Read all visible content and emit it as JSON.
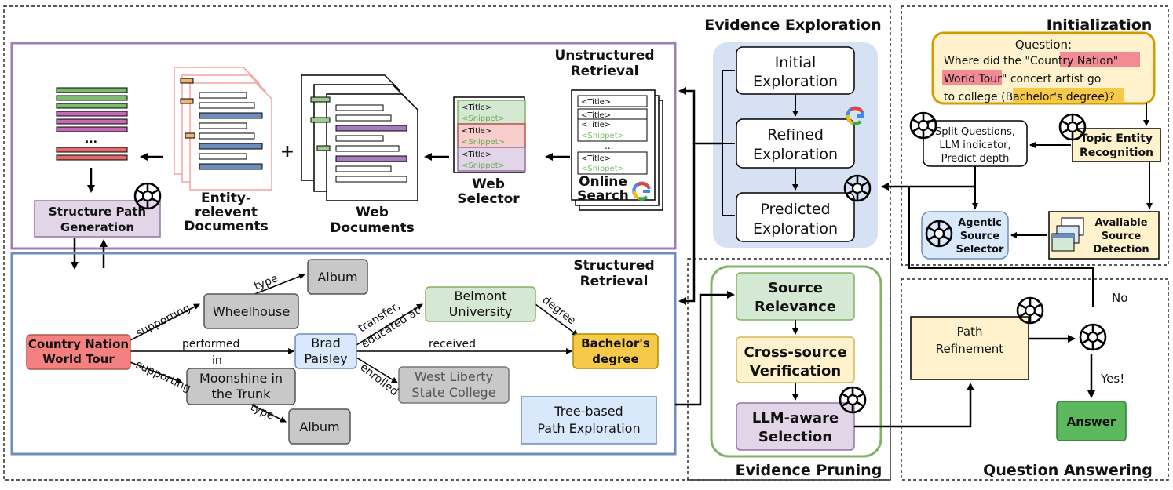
{
  "sections": {
    "evidence_exploration": "Evidence Exploration",
    "initialization": "Initialization",
    "evidence_pruning": "Evidence Pruning",
    "question_answering": "Question Answering"
  },
  "question": {
    "label": "Question:",
    "line1": "Where did the \"",
    "entity_part1": "Country Nation",
    "line1_end": "\"",
    "entity_part2": "World Tour",
    "line2_end": "\" concert artist go",
    "line3_start": "to college (",
    "highlight": "Bachelor's degree",
    "line3_end": ")?"
  },
  "init_boxes": {
    "split_questions": [
      "Split Questions,",
      "LLM indicator,",
      "Predict depth"
    ],
    "topic_entity": [
      "Topic Entity",
      "Recognition"
    ],
    "agentic_selector": [
      "Agentic",
      "Source",
      "Selector"
    ],
    "available_source": [
      "Avaliable",
      "Source",
      "Detection"
    ]
  },
  "exploration": {
    "initial": [
      "Initial",
      "Exploration"
    ],
    "refined": [
      "Refined",
      "Exploration"
    ],
    "predicted": [
      "Predicted",
      "Exploration"
    ]
  },
  "pruning": {
    "relevance": [
      "Source",
      "Relevance"
    ],
    "verification": [
      "Cross-source",
      "Verification"
    ],
    "selection": [
      "LLM-aware",
      "Selection"
    ]
  },
  "qa": {
    "path_refinement": [
      "Path",
      "Refinement"
    ],
    "no": "No",
    "yes": "Yes!",
    "answer": "Answer"
  },
  "unstructured": {
    "title": [
      "Unstructured",
      "Retrieval"
    ],
    "online_search": [
      "Online",
      "Search"
    ],
    "web_selector": [
      "Web",
      "Selector"
    ],
    "web_documents": [
      "Web",
      "Documents"
    ],
    "entity_documents": [
      "Entity-",
      "relevent",
      "Documents"
    ],
    "structure_path": [
      "Structure Path",
      "Generation"
    ],
    "title_tag": "<Title>",
    "snippet_tag": "<Snippet>",
    "ellipsis": "...",
    "plus": "+"
  },
  "structured": {
    "title": [
      "Structured",
      "Retrieval"
    ],
    "tree_path": [
      "Tree-based",
      "Path Exploration"
    ],
    "nodes": {
      "country_nation": [
        "Country Nation",
        "World Tour"
      ],
      "wheelhouse": "Wheelhouse",
      "album_top": "Album",
      "moonshine": [
        "Moonshine in",
        "the Trunk"
      ],
      "album_bottom": "Album",
      "brad_paisley": [
        "Brad",
        "Paisley"
      ],
      "belmont": [
        "Belmont",
        "University"
      ],
      "west_liberty": [
        "West Liberty",
        "State College"
      ],
      "bachelors": [
        "Bachelor's",
        "degree"
      ]
    },
    "edges": {
      "supporting_top": "supporting",
      "supporting_bottom": "supporting",
      "type_top": "type",
      "type_bottom": "type",
      "performed": "performed",
      "in": "in",
      "received": "received",
      "transfer": "transfer,",
      "educated_at": "educated at",
      "enrolled": "enrolled",
      "degree": "degree"
    }
  },
  "colors": {
    "purple_border": "#9c7fb5",
    "blue_border": "#6c8ebf",
    "exploration_bg": "#d6e2f3",
    "green_border": "#82b366",
    "orange_border": "#d79b00",
    "red_node": "#f4817f",
    "yellow_node": "#f7c948"
  },
  "icons": [
    "openai-logo-icon",
    "google-g-icon"
  ]
}
